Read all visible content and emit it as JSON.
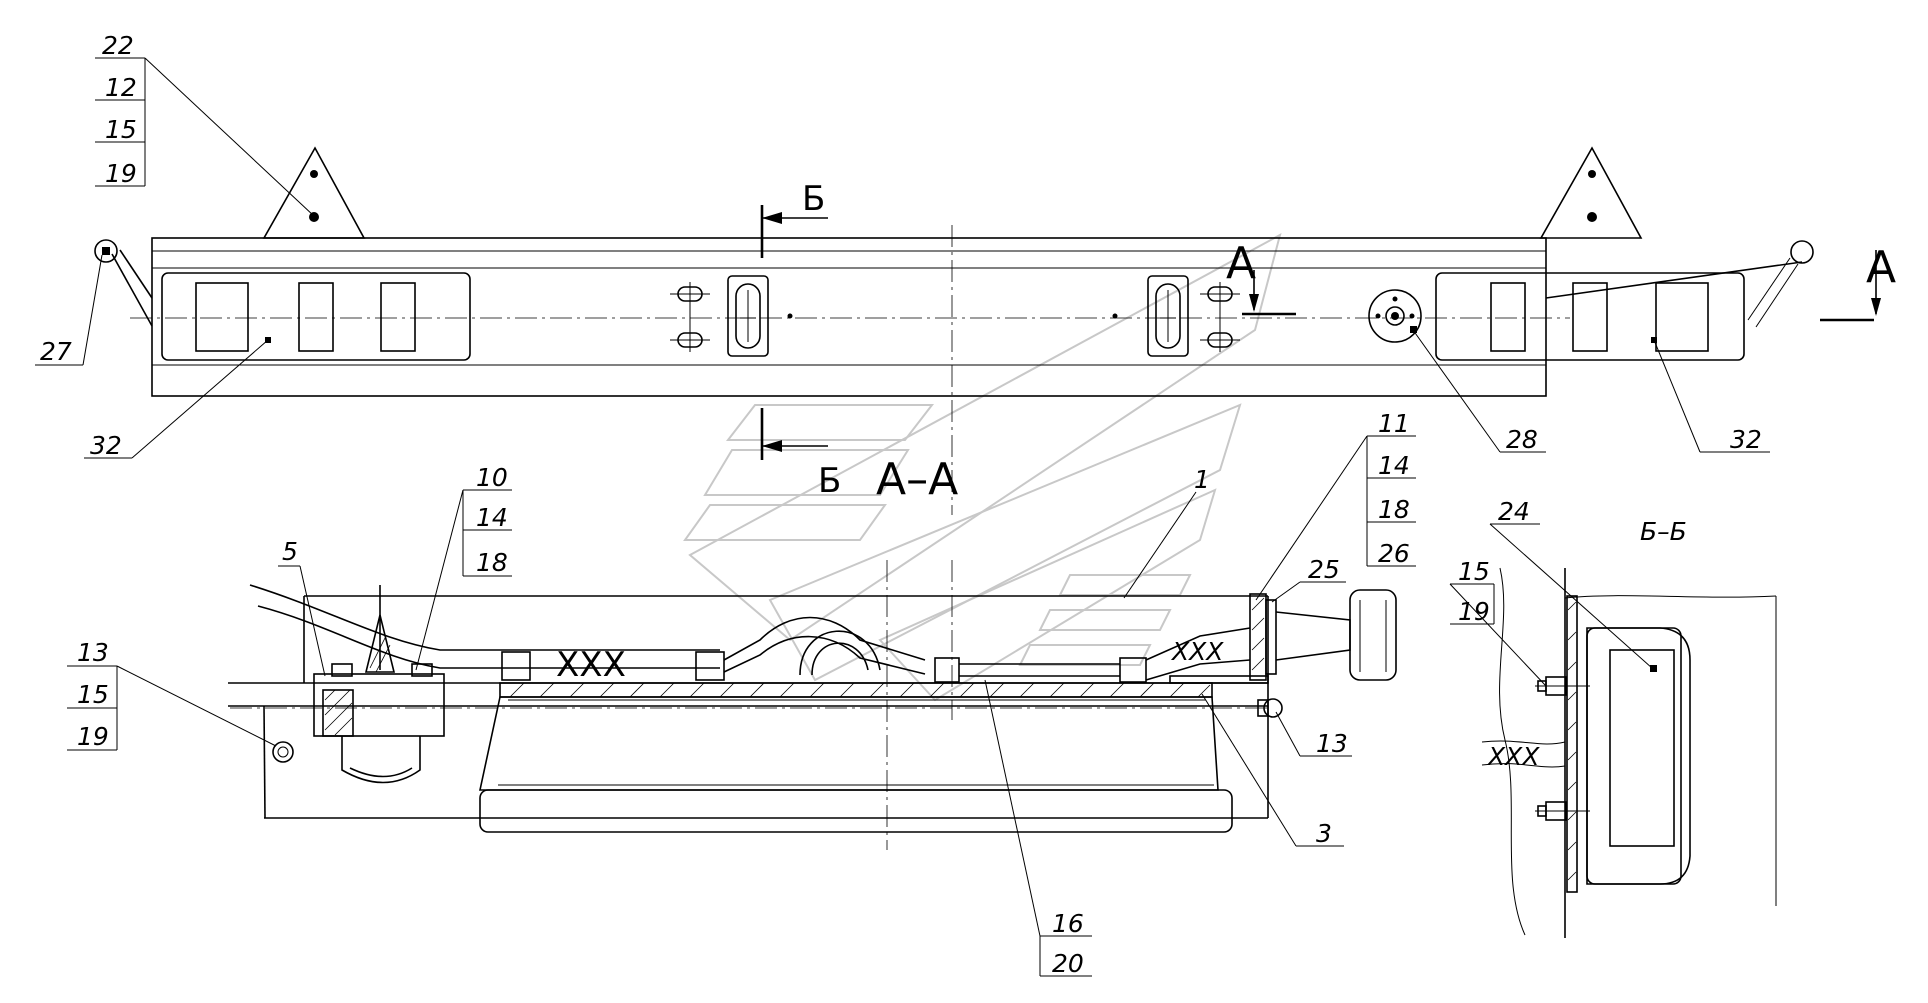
{
  "callouts": {
    "c22": "22",
    "c12a": "12",
    "c15a": "15",
    "c19a": "19",
    "c27": "27",
    "c32a": "32",
    "c32b": "32",
    "c28": "28",
    "c10": "10",
    "c14a": "14",
    "c18a": "18",
    "c5": "5",
    "c13a": "13",
    "c15b": "15",
    "c19b": "19",
    "c11": "11",
    "c14b": "14",
    "c18b": "18",
    "c26": "26",
    "c1": "1",
    "c25": "25",
    "c13b": "13",
    "c3": "3",
    "c16": "16",
    "c20": "20",
    "c24": "24",
    "c15c": "15",
    "c19c": "19"
  },
  "section_marks": {
    "a_top": "А",
    "a_right": "А",
    "b_top": "Б",
    "b_bottom": "Б",
    "view_aa": "А–А",
    "view_bb": "Б–Б"
  },
  "symbols": {
    "cable_mark": "ХХХ"
  }
}
